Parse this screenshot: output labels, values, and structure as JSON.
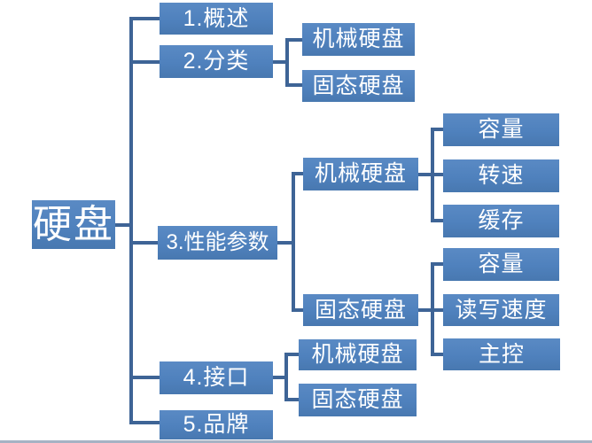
{
  "diagram": {
    "title_node": "硬盘",
    "root": {
      "label": "硬盘"
    },
    "branches": [
      {
        "label": "1.概述",
        "children": []
      },
      {
        "label": "2.分类",
        "children": [
          {
            "label": "机械硬盘",
            "children": []
          },
          {
            "label": "固态硬盘",
            "children": []
          }
        ]
      },
      {
        "label": "3.性能参数",
        "children": [
          {
            "label": "机械硬盘",
            "children": [
              {
                "label": "容量"
              },
              {
                "label": "转速"
              },
              {
                "label": "缓存"
              }
            ]
          },
          {
            "label": "固态硬盘",
            "children": [
              {
                "label": "容量"
              },
              {
                "label": "读写速度"
              },
              {
                "label": "主控"
              }
            ]
          }
        ]
      },
      {
        "label": "4.接口",
        "children": [
          {
            "label": "机械硬盘",
            "children": []
          },
          {
            "label": "固态硬盘",
            "children": []
          }
        ]
      },
      {
        "label": "5.品牌",
        "children": []
      }
    ],
    "colors": {
      "node_fill": "#4f81bd",
      "node_fill_light": "#5a8ac4",
      "node_fill_dark": "#4878b0",
      "node_text": "#ffffff",
      "connector": "#3e6496",
      "bottom_border": "#a6b2c4"
    }
  }
}
